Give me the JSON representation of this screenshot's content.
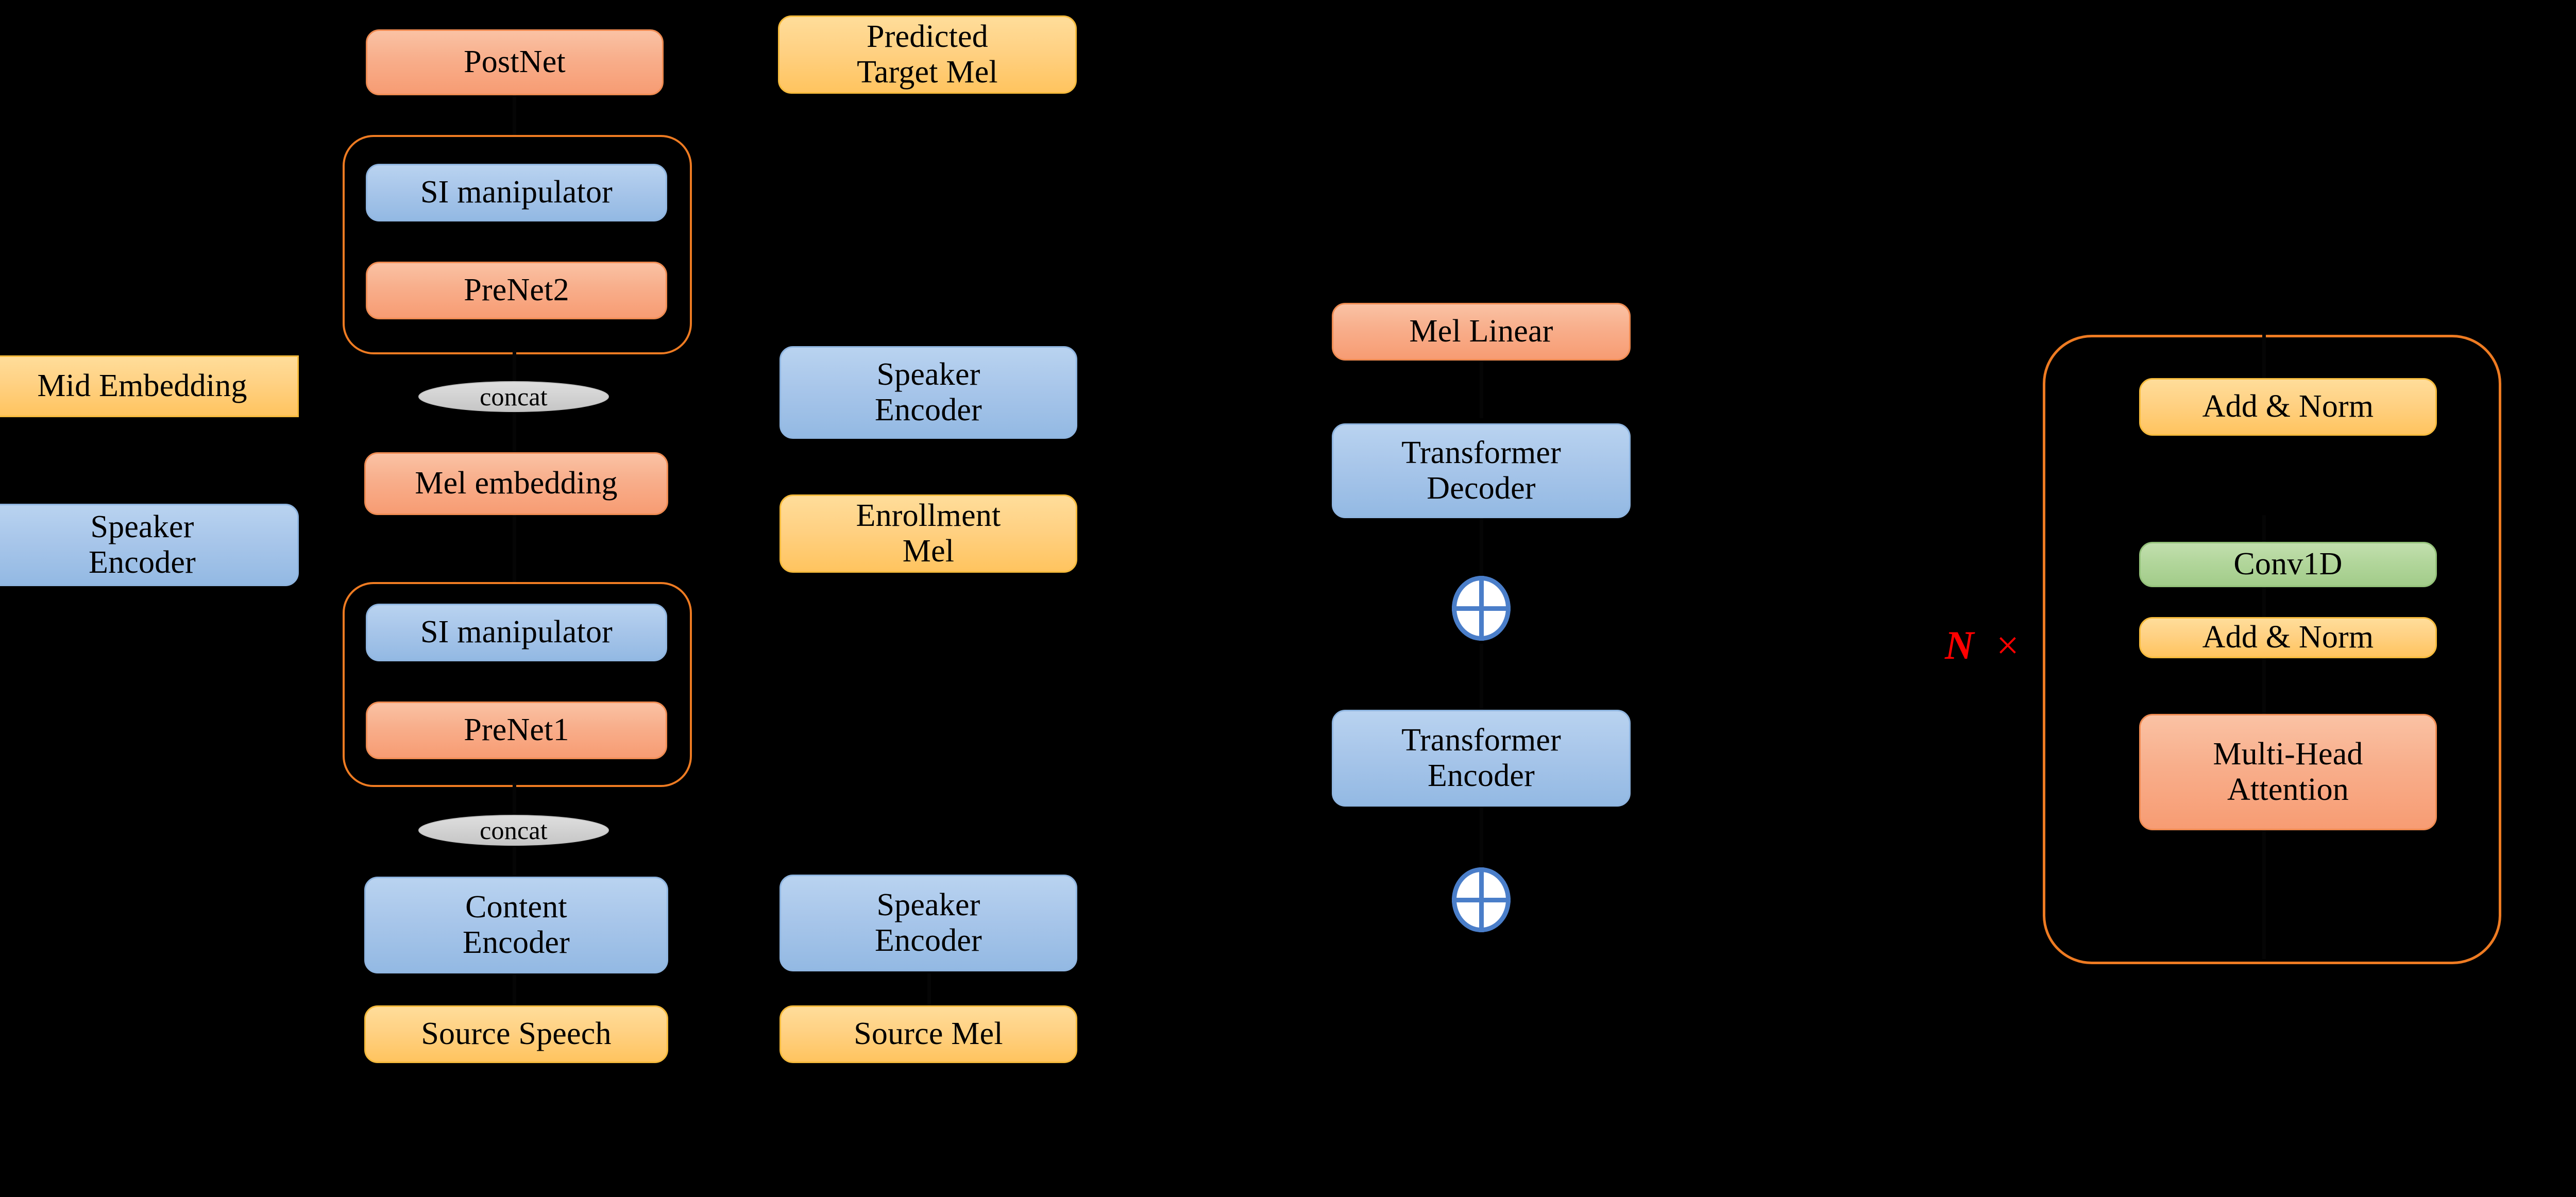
{
  "figure": {
    "background_color": "#000000",
    "palette": {
      "blue": "#a8c6ea",
      "salmon": "#f8ae8b",
      "gold": "#ffd183",
      "green": "#b2d69b",
      "gray": "#d2d2d2",
      "group_outline": "#ee7b22",
      "plus_circle": "#4a7ec9",
      "repeat_label": "#ff0000"
    }
  },
  "nodes": {
    "postnet": "PostNet",
    "si_manipulator_2": "SI manipulator",
    "prenet2": "PreNet2",
    "concat_top": "concat",
    "mel_embedding": "Mel embedding",
    "si_manipulator_1": "SI manipulator",
    "prenet1": "PreNet1",
    "concat_bottom": "concat",
    "content_encoder": "Content\nEncoder",
    "source_speech": "Source Speech",
    "mid_embedding": "Mid Embedding",
    "speaker_encoder_left": "Speaker\nEncoder",
    "predicted_target_mel": "Predicted\nTarget Mel",
    "speaker_encoder_mid_top": "Speaker\nEncoder",
    "enrollment_mel": "Enrollment\nMel",
    "speaker_encoder_mid_bottom": "Speaker\nEncoder",
    "source_mel": "Source Mel",
    "mel_linear": "Mel Linear",
    "transformer_decoder": "Transformer\nDecoder",
    "transformer_encoder": "Transformer\nEncoder",
    "add_norm_top": "Add & Norm",
    "conv1d": "Conv1D",
    "add_norm_bottom": "Add & Norm",
    "multi_head_attention": "Multi-Head\nAttention"
  },
  "labels": {
    "repeat_n": "N",
    "repeat_times": "×"
  },
  "symbols": {
    "plus_upper": "⊕",
    "plus_lower": "⊕"
  }
}
